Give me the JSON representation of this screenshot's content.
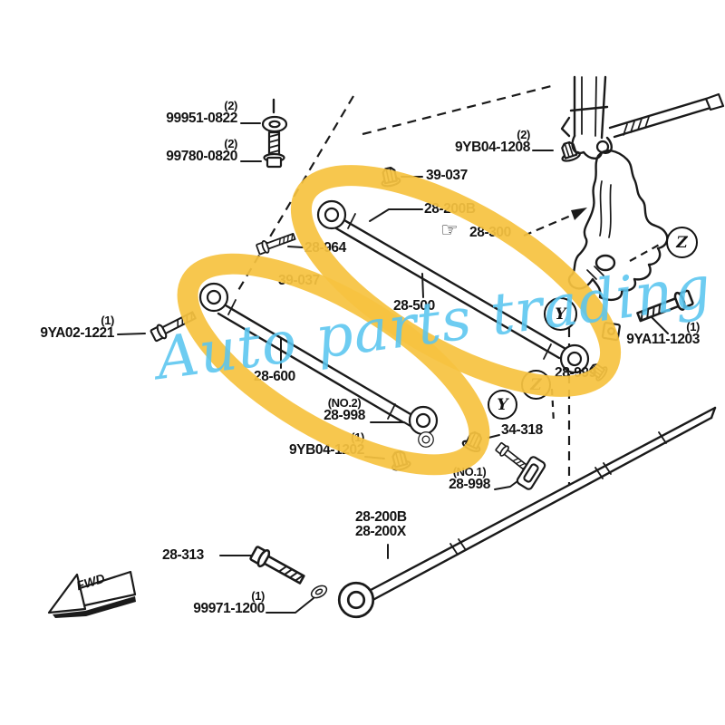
{
  "page": {
    "background": "#ffffff",
    "highlight_color": "#F6C341",
    "watermark_color": "#59C5F0",
    "line_color": "#1a1a1a"
  },
  "watermark": {
    "text": "Auto parts trading"
  },
  "fwd": {
    "label": "FWD"
  },
  "icons": {
    "pointing_hand": "☞"
  },
  "labels": {
    "n99951": {
      "qty": "(2)",
      "part": "99951-0822"
    },
    "n99780": {
      "qty": "(2)",
      "part": "99780-0820"
    },
    "n9yb04_1208": {
      "qty": "(2)",
      "part": "9YB04-1208"
    },
    "n39037_top": {
      "part": "39-037"
    },
    "n39037_mid": {
      "part": "39-037"
    },
    "n28964": {
      "part": "28-964"
    },
    "n28200b_upper": {
      "part": "28-200B"
    },
    "n28300": {
      "part": "28-300"
    },
    "n28500": {
      "part": "28-500"
    },
    "n28600": {
      "part": "28-600"
    },
    "n28998_no2": {
      "note": "(NO.2)",
      "part": "28-998"
    },
    "n9yb04_1202": {
      "qty": "(1)",
      "part": "9YB04-1202"
    },
    "n28999": {
      "part": "28-999"
    },
    "n9ya11_1203": {
      "qty": "(1)",
      "part": "9YA11-1203"
    },
    "n34318": {
      "part": "34-318"
    },
    "n28998_no1": {
      "note": "(NO.1)",
      "part": "28-998"
    },
    "n28200b_lower": {
      "part": "28-200B"
    },
    "n28200x": {
      "part": "28-200X"
    },
    "n28313": {
      "part": "28-313"
    },
    "n99971": {
      "qty": "(1)",
      "part": "99971-1200"
    },
    "n9ya02_1221": {
      "qty": "(1)",
      "part": "9YA02-1221"
    }
  },
  "callouts": {
    "c1": "Z",
    "c2": "Y",
    "c3": "Z",
    "c4": "Y"
  }
}
